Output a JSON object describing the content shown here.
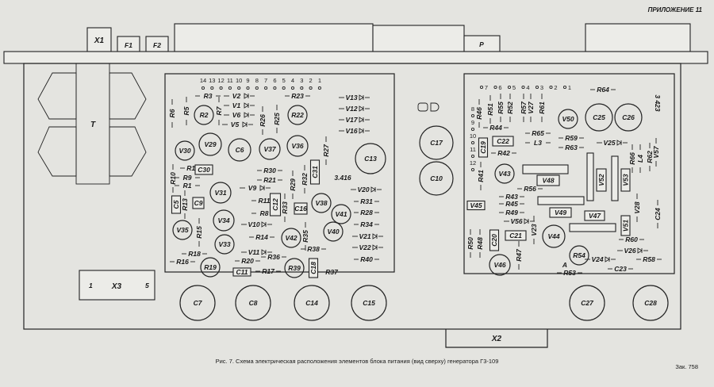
{
  "header": "ПРИЛОЖЕНИЕ 11",
  "caption": "Рис. 7. Схема электрическая расположения элементов блока питания (вид сверху) генератора Г3-109",
  "order_no": "Зак. 758",
  "chassis": {
    "transformer": "T",
    "connectors": {
      "x1": "X1",
      "f1": "F1",
      "f2": "F2",
      "p": "P",
      "x2": "X2",
      "x3": "X3",
      "x3_pin_left": "1",
      "x3_pin_right": "5"
    }
  },
  "left_board": {
    "pins": [
      "14",
      "13",
      "12",
      "11",
      "10",
      "9",
      "8",
      "7",
      "6",
      "5",
      "4",
      "3",
      "2",
      "1"
    ],
    "components": [
      "R3",
      "V2",
      "V1",
      "V6",
      "V5",
      "R23",
      "R6",
      "R5",
      "R7",
      "R26",
      "R25",
      "R2",
      "R22",
      "V13",
      "V12",
      "V17",
      "V16",
      "V29",
      "V30",
      "C6",
      "V37",
      "V36",
      "C13",
      "R12",
      "C30",
      "R10",
      "R9",
      "R1",
      "V31",
      "R30",
      "R21",
      "R29",
      "R32",
      "C31",
      "R27",
      "3.416",
      "V9",
      "C5",
      "R13",
      "C9",
      "R11",
      "R8",
      "C12",
      "R33",
      "C16",
      "V38",
      "V41",
      "V20",
      "R31",
      "R28",
      "R34",
      "V21",
      "V22",
      "R40",
      "V34",
      "V35",
      "R15",
      "V10",
      "V42",
      "R35",
      "V40",
      "R14",
      "V33",
      "V11",
      "R36",
      "R38",
      "R18",
      "R16",
      "R19",
      "R20",
      "C11",
      "R17",
      "R39",
      "C18",
      "R37"
    ]
  },
  "middle": {
    "components": [
      "C17",
      "C10"
    ]
  },
  "right_board": {
    "pins_top": [
      "7",
      "6",
      "5",
      "4",
      "3",
      "2",
      "1"
    ],
    "pins_left": [
      "8",
      "9",
      "10",
      "11",
      "12"
    ],
    "components": [
      "R64",
      "R46",
      "R51",
      "R55",
      "R52",
      "R57",
      "V27",
      "R61",
      "V50",
      "C25",
      "C26",
      "3 423",
      "R44",
      "C19",
      "C22",
      "R65",
      "L3",
      "R59",
      "R63",
      "V25",
      "R42",
      "V43",
      "R41",
      "R56",
      "R43",
      "R45",
      "V45",
      "R49",
      "V56",
      "V23",
      "C21",
      "C20",
      "R50",
      "R48",
      "V44",
      "R47",
      "V46",
      "R54",
      "R60",
      "V26",
      "V24",
      "R58",
      "C23",
      "R53",
      "R66",
      "L4",
      "R62",
      "V57",
      "V28",
      "C24",
      "A"
    ],
    "power_transistors": [
      "V48",
      "V49",
      "V47",
      "V52",
      "V53",
      "V51"
    ]
  },
  "bottom_capacitors": [
    "C7",
    "C8",
    "C14",
    "C15",
    "C27",
    "C28"
  ]
}
